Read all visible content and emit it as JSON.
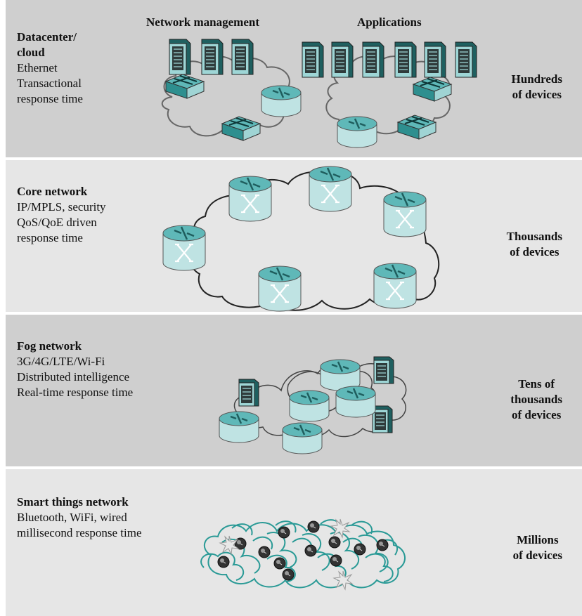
{
  "tiers": [
    {
      "title": "Datacenter/",
      "title2": "cloud",
      "lines": [
        "Ethernet",
        "Transactional",
        "response time"
      ],
      "scale": [
        "Hundreds",
        "of devices"
      ],
      "headings": [
        "Network management",
        "Applications"
      ]
    },
    {
      "title": "Core network",
      "lines": [
        "IP/MPLS, security",
        "QoS/QoE driven",
        "response time"
      ],
      "scale": [
        "Thousands",
        "of devices"
      ]
    },
    {
      "title": "Fog network",
      "lines": [
        "3G/4G/LTE/Wi-Fi",
        "Distributed intelligence",
        "Real-time response time"
      ],
      "scale": [
        "Tens of",
        "thousands",
        "of devices"
      ]
    },
    {
      "title": "Smart things network",
      "lines": [
        "Bluetooth, WiFi, wired",
        "millisecond response time"
      ],
      "scale": [
        "Millions",
        "of devices"
      ]
    }
  ],
  "colors": {
    "band_dark": "#cfcfcf",
    "band_light": "#e6e6e6",
    "device_teal": "#5fb8b8",
    "device_light": "#bfe3e3",
    "cloud_stroke": "#2a9a96"
  }
}
